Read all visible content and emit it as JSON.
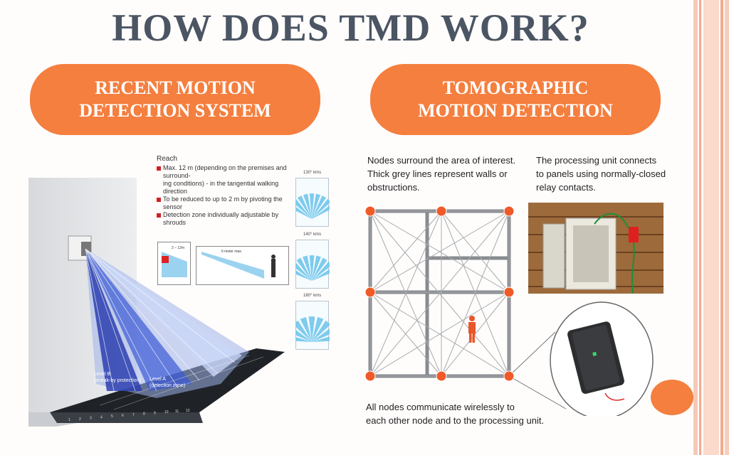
{
  "title": "HOW DOES TMD WORK?",
  "left_pill": {
    "line1": "RECENT MOTION",
    "line2": "DETECTION SYSTEM"
  },
  "right_pill": {
    "line1": "TOMOGRAPHIC",
    "line2": "MOTION DETECTION"
  },
  "reach": {
    "heading": "Reach",
    "items": [
      "Max. 12 m (depending on the premises and surround-",
      "ing conditions) - in the tangential walking direction",
      "To be reduced to up to 2 m by pivoting the sensor",
      "Detection zone individually adjustable by shrouds"
    ]
  },
  "angles": [
    "130° kms",
    "140° kms",
    "180° kms"
  ],
  "diagram_small": {
    "a": "2 – 12m",
    "b": "6 meter max."
  },
  "levels": {
    "b_line1": "Level B",
    "b_line2": "(sneak-by protection)",
    "a_line1": "Level A",
    "a_line2": "(detection zone)"
  },
  "scale": [
    "1",
    "2",
    "3",
    "4",
    "5",
    "6",
    "7",
    "8",
    "9",
    "10",
    "11",
    "12"
  ],
  "captions": {
    "nodes_1": "Nodes surround the area of interest.",
    "nodes_2": "Thick grey lines represent walls or",
    "nodes_3": "obstructions.",
    "proc_1": "The processing unit connects",
    "proc_2": "to panels using normally-closed",
    "proc_3": "relay contacts.",
    "wireless_1": "All nodes communicate wirelessly to",
    "wireless_2": "each other node and to the processing unit."
  },
  "colors": {
    "accent": "#f47f3f",
    "title": "#4b5563",
    "node": "#f05a28"
  }
}
